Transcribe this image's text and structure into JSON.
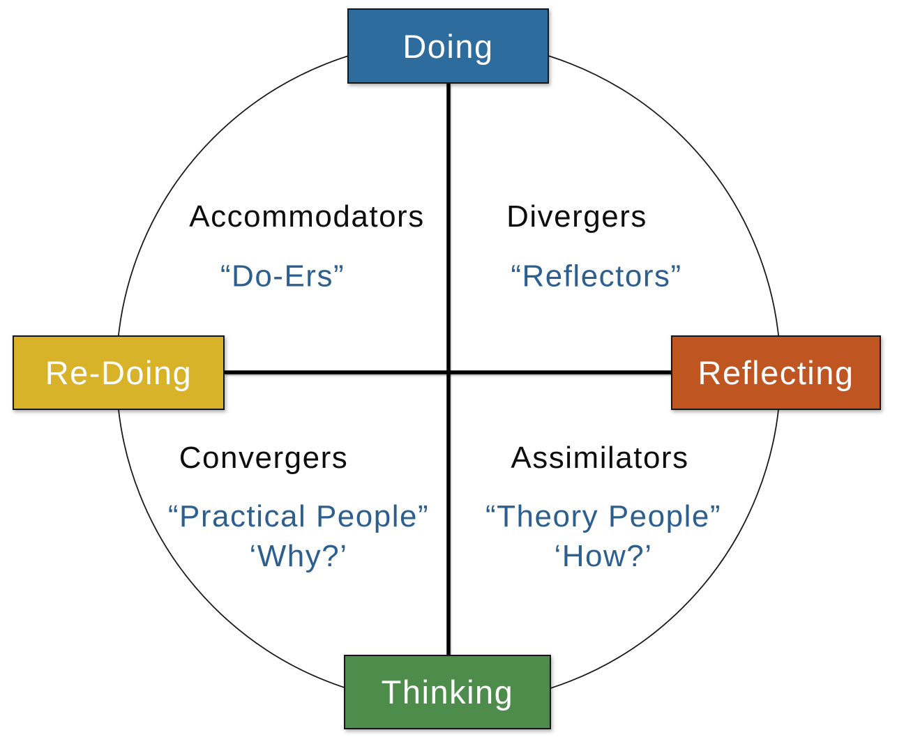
{
  "colors": {
    "doing_box": "#2e6c9e",
    "reflecting_box": "#bf5622",
    "thinking_box": "#4d8c4b",
    "redoing_box": "#d8b229",
    "box_text": "#ffffff",
    "heading_text": "#0d0d0d",
    "quote_text": "#2d5f8e",
    "line": "#000000",
    "circle_outline": "#1a1a1a"
  },
  "axis_boxes": {
    "top": {
      "label": "Doing"
    },
    "right": {
      "label": "Reflecting"
    },
    "bottom": {
      "label": "Thinking"
    },
    "left": {
      "label": "Re-Doing"
    }
  },
  "quadrants": {
    "top_left": {
      "name": "Accommodators",
      "quote": "“Do-Ers”"
    },
    "top_right": {
      "name": "Divergers",
      "quote": "“Reflectors”"
    },
    "bottom_left": {
      "name": "Convergers",
      "quote_line1": "“Practical People”",
      "quote_line2": "‘Why?’"
    },
    "bottom_right": {
      "name": "Assimilators",
      "quote_line1": "“Theory People”",
      "quote_line2": "‘How?’"
    }
  }
}
